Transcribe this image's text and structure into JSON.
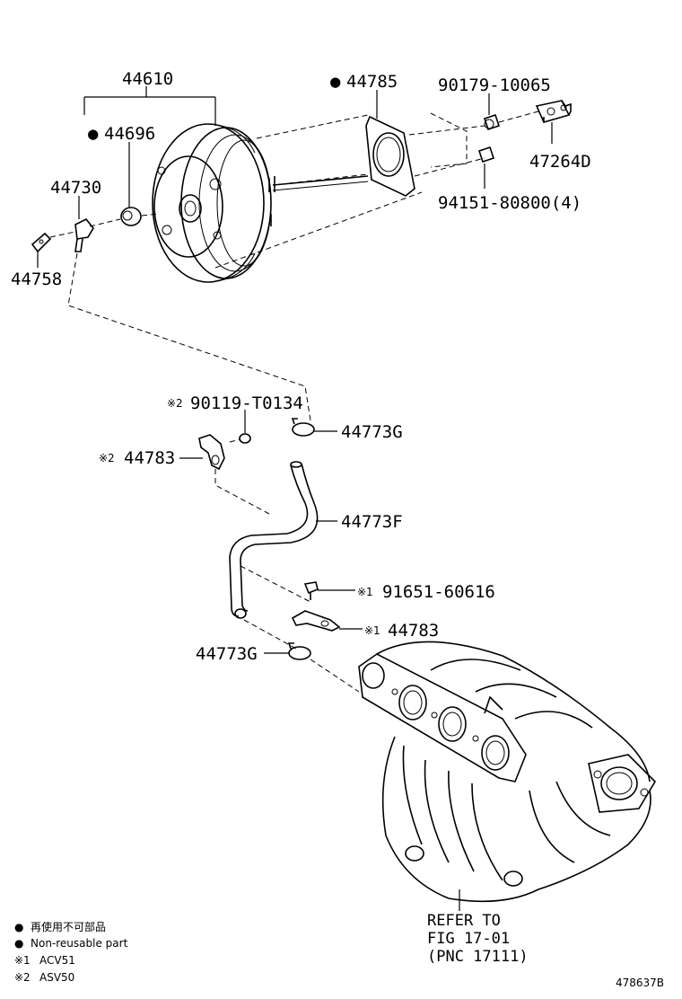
{
  "labels": {
    "p44610": "44610",
    "p44785": "44785",
    "p90179": "90179-10065",
    "p44696": "44696",
    "p44730": "44730",
    "p47264D": "47264D",
    "p94151": "94151-80800(4)",
    "p44758": "44758",
    "p90119": "90119-T0134",
    "p44773G_top": "44773G",
    "p44783_asv": "44783",
    "p44773F": "44773F",
    "p91651": "91651-60616",
    "p44783_acv": "44783",
    "p44773G_bot": "44773G"
  },
  "marks": {
    "bullet": "●",
    "note1": "※1",
    "note2": "※2"
  },
  "reference": {
    "line1": "REFER TO",
    "line2": "FIG 17-01",
    "line3": "(PNC 17111)"
  },
  "legend": {
    "bullet_jp": "再使用不可部品",
    "bullet_en": "Non-reusable part",
    "note1_mark": "※1",
    "note1_text": "ACV51",
    "note2_mark": "※2",
    "note2_text": "ASV50"
  },
  "figure_id": "478637B"
}
